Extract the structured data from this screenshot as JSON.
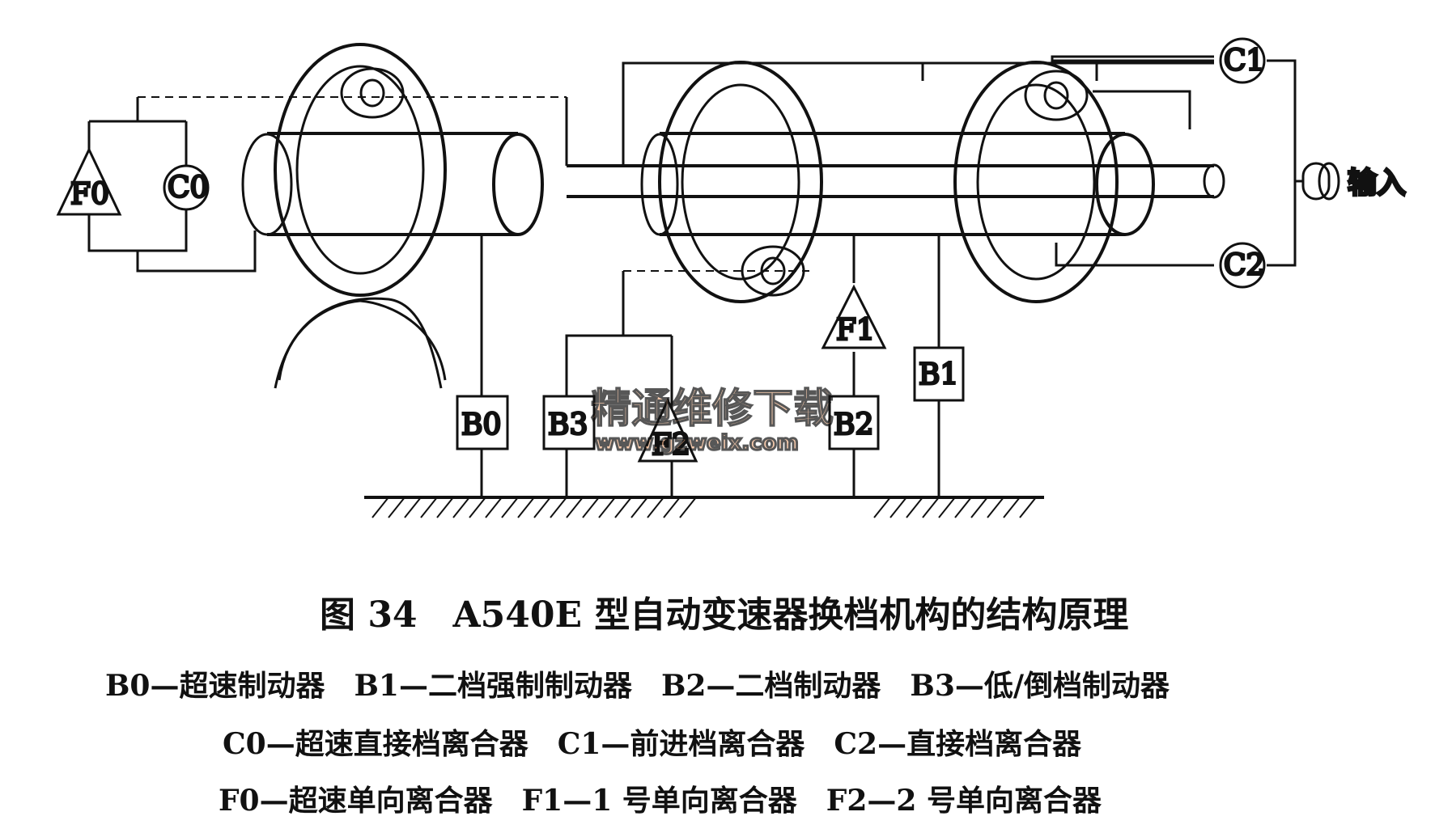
{
  "diagram": {
    "components": {
      "F0": "F0",
      "C0": "C0",
      "C1": "C1",
      "C2": "C2",
      "B0": "B0",
      "B1": "B1",
      "B2": "B2",
      "B3": "B3",
      "F1": "F1",
      "F2": "F2"
    },
    "input_label": "输入",
    "watermark": {
      "text": "精通维修下载",
      "url": "www.gzweix.com"
    }
  },
  "caption": {
    "title": "图 34　A540E 型自动变速器换档机构的结构原理",
    "line1": "B0—超速制动器　B1—二档强制制动器　B2—二档制动器　B3—低/倒档制动器",
    "line2": "C0—超速直接档离合器　C1—前进档离合器　C2—直接档离合器",
    "line3": "F0—超速单向离合器　F1—1 号单向离合器　F2—2 号单向离合器"
  }
}
